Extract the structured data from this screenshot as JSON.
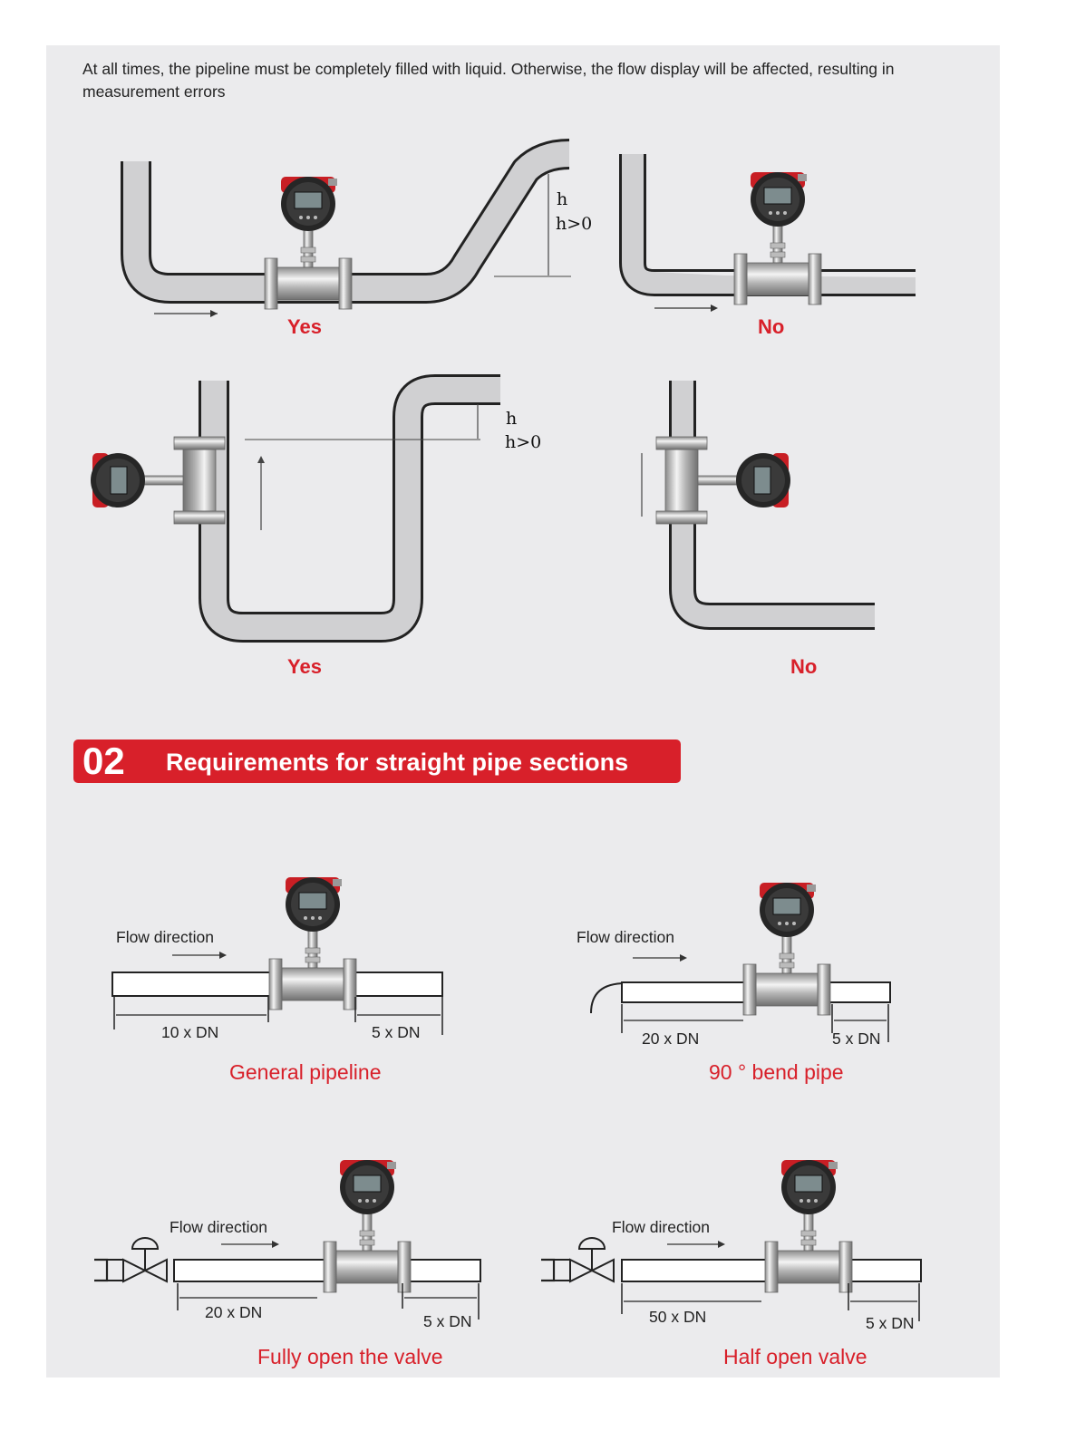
{
  "intro_text": "At all times, the pipeline must be completely filled with liquid. Otherwise, the flow display will be affected, resulting in measurement errors",
  "section1": {
    "diagram_a": {
      "result": "Yes",
      "h_label": "h",
      "h_cond": "h>0"
    },
    "diagram_b": {
      "result": "No"
    },
    "diagram_c": {
      "result": "Yes",
      "h_label": "h",
      "h_cond": "h>0"
    },
    "diagram_d": {
      "result": "No"
    }
  },
  "banner": {
    "number": "02",
    "title": "Requirements for straight pipe sections"
  },
  "section2": {
    "general": {
      "flow_label": "Flow direction",
      "upstream": "10 x DN",
      "downstream": "5 x DN",
      "caption": "General pipeline"
    },
    "bend": {
      "flow_label": "Flow direction",
      "upstream": "20 x DN",
      "downstream": "5 x DN",
      "caption": "90 ° bend pipe"
    },
    "full_valve": {
      "flow_label": "Flow direction",
      "upstream": "20 x DN",
      "downstream": "5 x DN",
      "caption": "Fully open the valve"
    },
    "half_valve": {
      "flow_label": "Flow direction",
      "upstream": "50 x DN",
      "downstream": "5 x DN",
      "caption": "Half open valve"
    }
  },
  "colors": {
    "accent_red": "#d8202a",
    "panel_bg": "#ebebed",
    "pipe_fill": "#d0d0d2"
  }
}
